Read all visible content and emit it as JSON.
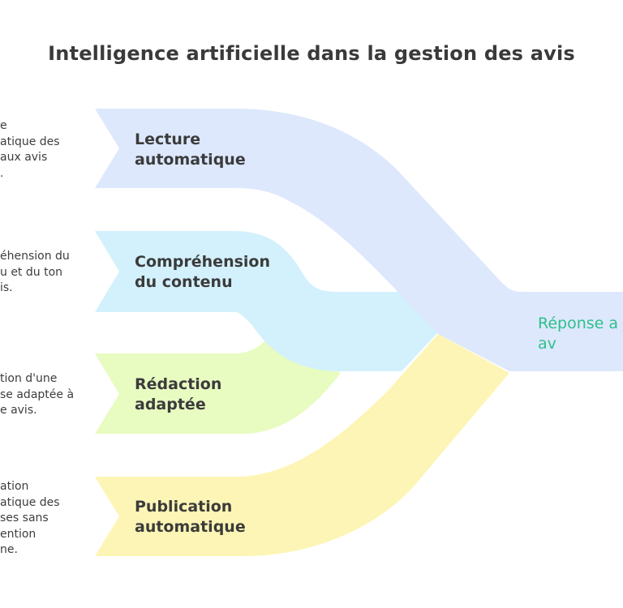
{
  "title": "Intelligence artificielle dans la gestion des avis",
  "stages": [
    {
      "label": "Lecture\nautomatique",
      "description": "e\natique des\naux avis\n.",
      "color": "#dde8fd"
    },
    {
      "label": "Compréhension\ndu contenu",
      "description": "éhension du\nu et du ton\nis.",
      "color": "#d3f1fc"
    },
    {
      "label": "Rédaction\nadaptée",
      "description": "tion d'une\nse adaptée à\ne avis.",
      "color": "#e8fbc1"
    },
    {
      "label": "Publication\nautomatique",
      "description": "ation\natique des\nses sans\nention\nne.",
      "color": "#fdf5b5"
    }
  ],
  "result": {
    "label": "Réponse a\n         av",
    "color": "#2fbf8a"
  }
}
